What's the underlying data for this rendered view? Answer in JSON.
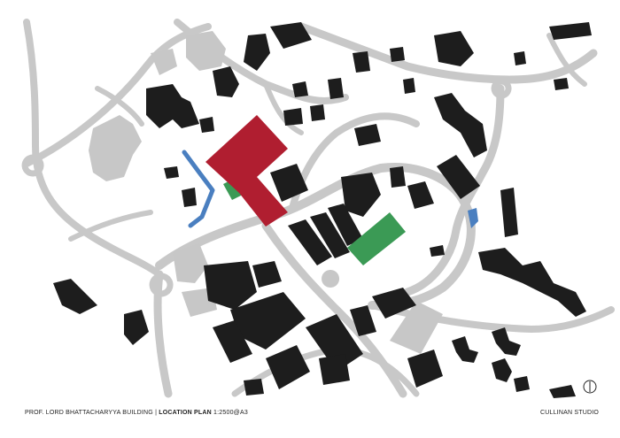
{
  "footer": {
    "project_title": "PROF. LORD BHATTACHARYYA BUILDING",
    "separator": " | ",
    "plan_label": "LOCATION PLAN",
    "scale": " 1:2500@A3",
    "studio_name": "CULLINAN STUDIO"
  },
  "legend_colors": {
    "site_building": "#b01e30",
    "landscape_green": "#3b9a55",
    "water_blue": "#4a7fc0",
    "existing_building": "#1d1d1d",
    "context_building": "#c7c7c7",
    "roads": "#c8c8c8"
  },
  "icons": {
    "north_arrow": "north-arrow-icon"
  }
}
